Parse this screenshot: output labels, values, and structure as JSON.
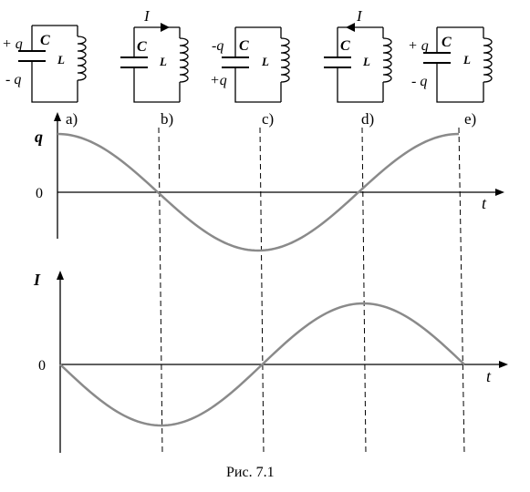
{
  "figure": {
    "caption": "Рис. 7.1"
  },
  "circuits": [
    {
      "id": "a",
      "top_label": "+ q",
      "cap_label": "C",
      "ind_label": "L",
      "bottom_label": "- q",
      "current_label": "",
      "current_dir": "none"
    },
    {
      "id": "b",
      "top_label": "",
      "cap_label": "C",
      "ind_label": "L",
      "bottom_label": "",
      "current_label": "I",
      "current_dir": "right"
    },
    {
      "id": "c",
      "top_label": "-q",
      "cap_label": "C",
      "ind_label": "L",
      "bottom_label": "+q",
      "current_label": "",
      "current_dir": "none"
    },
    {
      "id": "d",
      "top_label": "",
      "cap_label": "C",
      "ind_label": "L",
      "bottom_label": "",
      "current_label": "I",
      "current_dir": "left"
    },
    {
      "id": "e",
      "top_label": "+ q",
      "cap_label": "C",
      "ind_label": "L",
      "bottom_label": "- q",
      "current_label": "",
      "current_dir": "none"
    }
  ],
  "phase_labels": [
    "a)",
    "b)",
    "c)",
    "d)",
    "e)"
  ],
  "charge_plot": {
    "ylabel": "q",
    "xlabel": "t",
    "zero_label": "0"
  },
  "current_plot": {
    "ylabel": "I",
    "xlabel": "t",
    "zero_label": "0"
  },
  "colors": {
    "curve": "#8a8a8a",
    "axis": "#000000",
    "dashed": "#000000"
  }
}
